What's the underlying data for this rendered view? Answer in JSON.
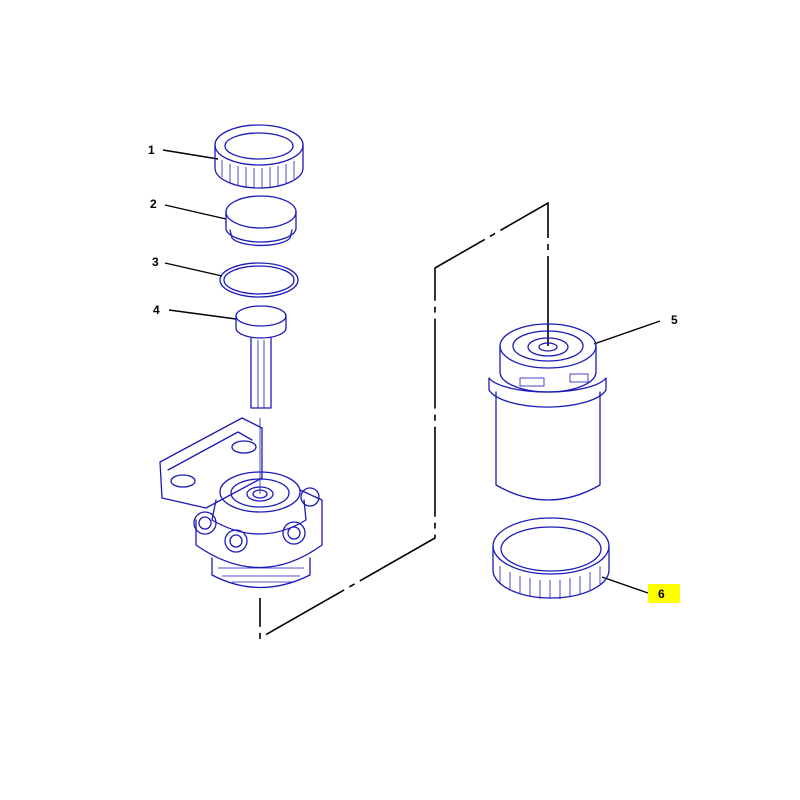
{
  "diagram": {
    "colors": {
      "part_line": "#1a1ab8",
      "leader_line": "#000000",
      "highlight": "#ffff00"
    },
    "callouts": [
      {
        "id": "1",
        "label": "1",
        "part": "retaining-ring"
      },
      {
        "id": "2",
        "label": "2",
        "part": "cap"
      },
      {
        "id": "3",
        "label": "3",
        "part": "o-ring"
      },
      {
        "id": "4",
        "label": "4",
        "part": "plunger"
      },
      {
        "id": "5",
        "label": "5",
        "part": "filter-element"
      },
      {
        "id": "6",
        "label": "6",
        "part": "collar-ring",
        "highlighted": true
      }
    ]
  }
}
